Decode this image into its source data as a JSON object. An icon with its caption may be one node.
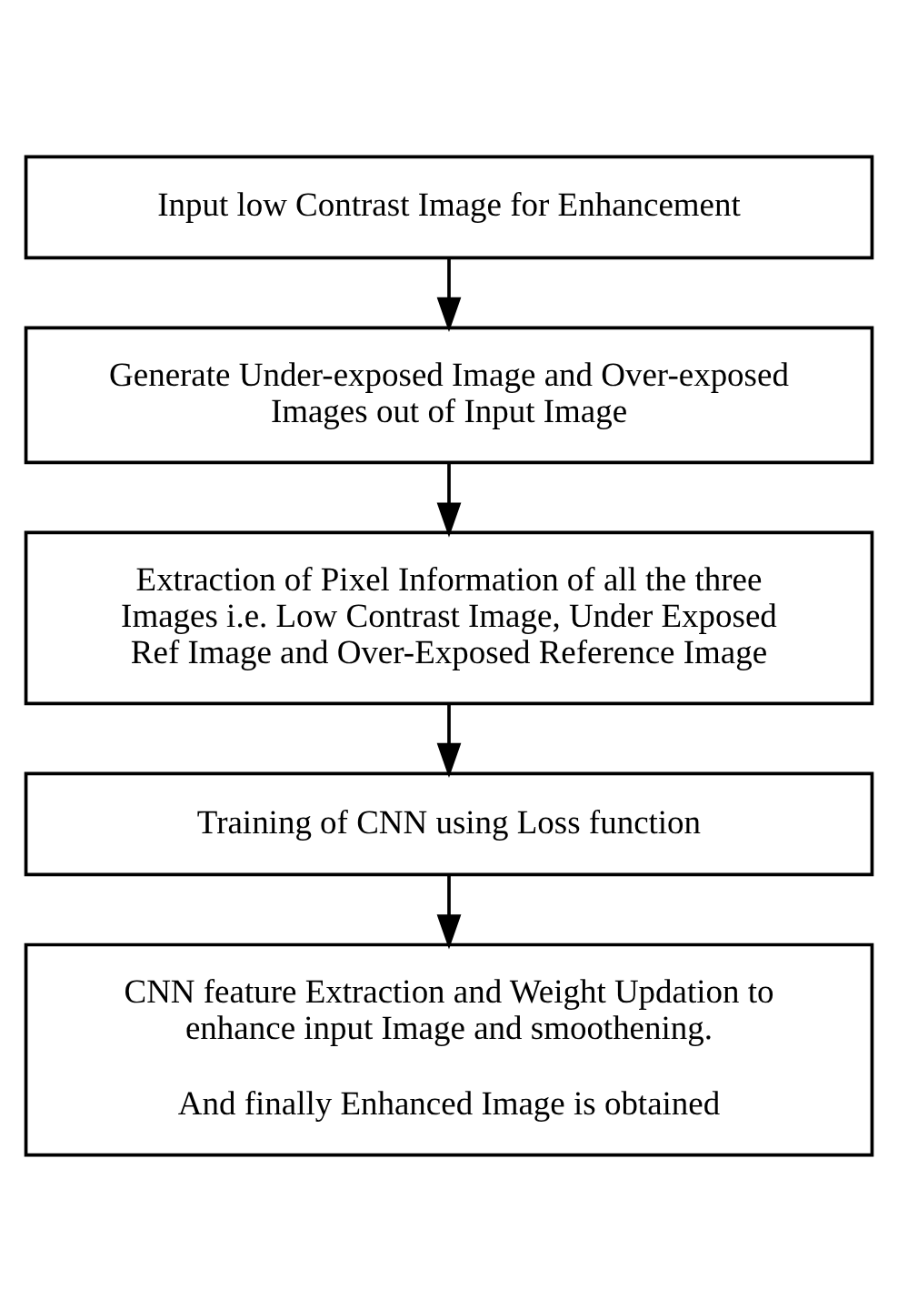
{
  "diagram": {
    "nodes": [
      {
        "text": [
          "Input low Contrast Image for Enhancement"
        ]
      },
      {
        "text": [
          "Generate Under-exposed Image and Over-exposed Images out of Input Image"
        ]
      },
      {
        "text": [
          "Extraction of Pixel Information of all the three Images i.e. Low Contrast Image, Under Exposed Ref Image and Over-Exposed Reference Image"
        ]
      },
      {
        "text": [
          "Training of CNN using Loss function"
        ]
      },
      {
        "text": [
          "CNN feature Extraction and Weight Updation to enhance input Image and smoothening.",
          "And finally Enhanced Image is obtained"
        ]
      }
    ],
    "edges": [
      {
        "from": 0,
        "to": 1,
        "arrow": "to"
      },
      {
        "from": 1,
        "to": 2,
        "arrow": "to"
      },
      {
        "from": 2,
        "to": 3,
        "arrow": "to"
      },
      {
        "from": 3,
        "to": 4,
        "arrow": "to"
      }
    ]
  }
}
